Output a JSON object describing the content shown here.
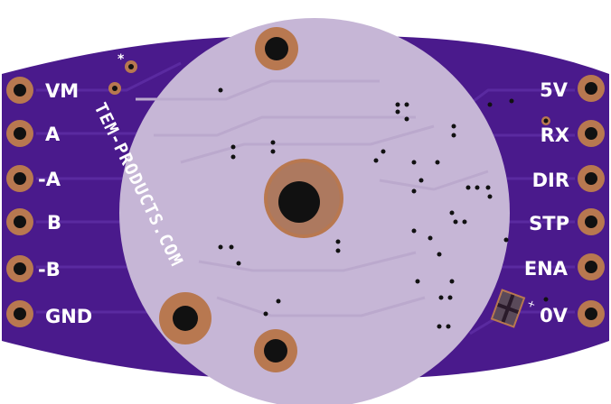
{
  "board": {
    "brand_text": "TEM-PRODUCTS.COM",
    "left_pins": [
      "VM",
      "A",
      "-A",
      "B",
      "-B",
      "GND"
    ],
    "right_pins": [
      "5V",
      "RX",
      "DIR",
      "STP",
      "ENA",
      "0V"
    ],
    "colors": {
      "pcb": "#4a1a8c",
      "pcb_trace": "#5a2aa0",
      "silkscreen": "#ffffff",
      "motor_disc": "#c6b6d6",
      "pad_copper": "#b87850",
      "hole": "#111111"
    }
  }
}
